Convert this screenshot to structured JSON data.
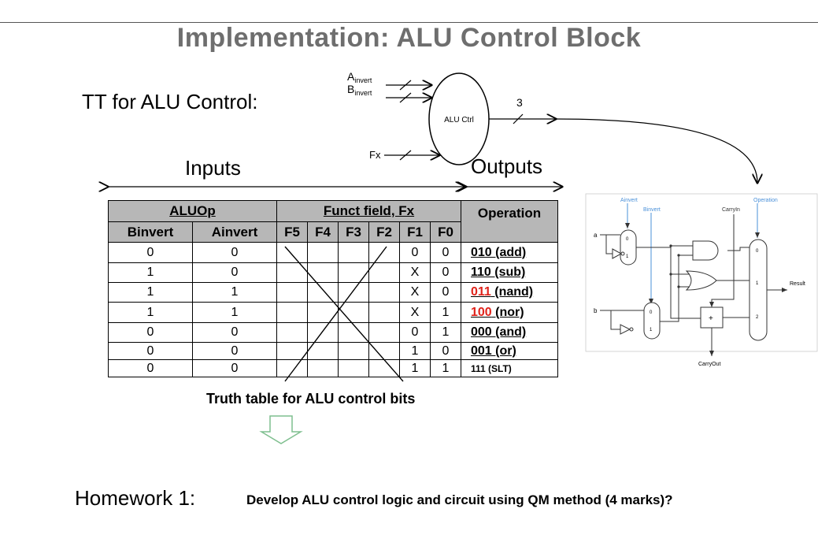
{
  "title": "Implementation: ALU Control Block",
  "tt_label": "TT for ALU Control:",
  "inputs_label": "Inputs",
  "outputs_label": "Outputs",
  "ctrl_block": {
    "label": "ALU Ctrl",
    "input_a": "A",
    "input_a_sub": "invert",
    "input_b": "B",
    "input_b_sub": "invert",
    "input_fx": "Fx",
    "output_width": "3"
  },
  "table": {
    "group_headers": [
      "ALUOp",
      "Funct field, Fx",
      "Operation"
    ],
    "column_headers": [
      "Binvert",
      "Ainvert",
      "F5",
      "F4",
      "F3",
      "F2",
      "F1",
      "F0"
    ],
    "rows": [
      {
        "binvert": "0",
        "ainvert": "0",
        "f1": "0",
        "f0": "0",
        "op_code": "",
        "op_text": "010 (add)"
      },
      {
        "binvert": "1",
        "ainvert": "0",
        "f1": "X",
        "f0": "0",
        "op_code": "",
        "op_text": "110 (sub)"
      },
      {
        "binvert": "1",
        "ainvert": "1",
        "f1": "X",
        "f0": "0",
        "op_code": "011",
        "op_text": " (nand)"
      },
      {
        "binvert": "1",
        "ainvert": "1",
        "f1": "X",
        "f0": "1",
        "op_code": "100",
        "op_text": " (nor)"
      },
      {
        "binvert": "0",
        "ainvert": "0",
        "f1": "0",
        "f0": "1",
        "op_code": "",
        "op_text": "000 (and)"
      },
      {
        "binvert": "0",
        "ainvert": "0",
        "f1": "1",
        "f0": "0",
        "op_code": "",
        "op_text": "001 (or)"
      },
      {
        "binvert": "0",
        "ainvert": "0",
        "f1": "1",
        "f0": "1",
        "op_code": "",
        "op_text": "111 (SLT)"
      }
    ]
  },
  "caption": "Truth table for ALU control bits",
  "circuit": {
    "ainvert": "Ainvert",
    "binvert": "Binvert",
    "carryin": "CarryIn",
    "operation": "Operation",
    "a": "a",
    "b": "b",
    "result": "Result",
    "carryout": "CarryOut",
    "mux_labels": [
      "0",
      "1",
      "0",
      "1",
      "0",
      "1",
      "2"
    ],
    "adder": "+"
  },
  "homework": "Homework 1:",
  "homework_desc": "Develop ALU control logic and circuit using QM method (4 marks)?",
  "colors": {
    "title": "#6e6e6e",
    "header_fill": "#b7b7b7",
    "highlight": "#e0231b",
    "circuit_blue": "#4a90d9",
    "arrow_green": "#7fbf8f"
  }
}
